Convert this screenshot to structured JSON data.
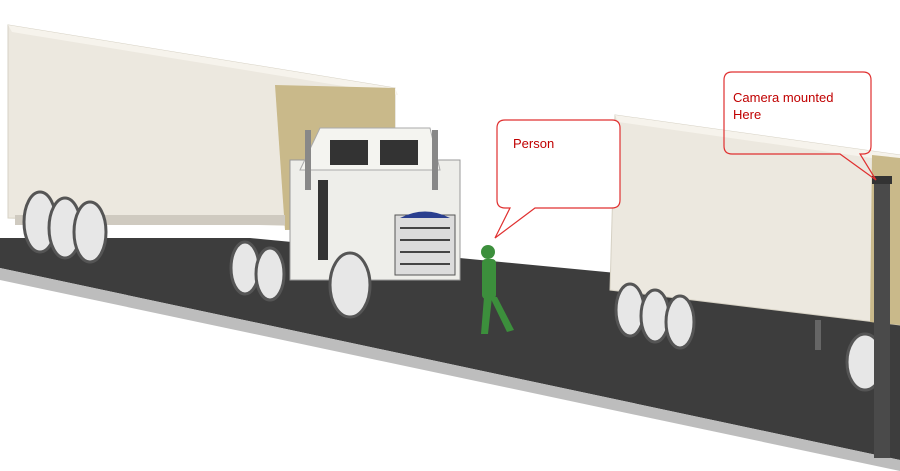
{
  "callouts": {
    "person": {
      "text": "Person"
    },
    "camera": {
      "line1": "Camera mounted",
      "line2": "Here"
    }
  },
  "colors": {
    "callout_stroke": "#e03030",
    "callout_text": "#c00000",
    "road": "#3d3d3d",
    "trailer_side": "#ece8df",
    "trailer_rear": "#c9b98a",
    "person": "#3c8f3c",
    "pole": "#4a4a4a"
  }
}
